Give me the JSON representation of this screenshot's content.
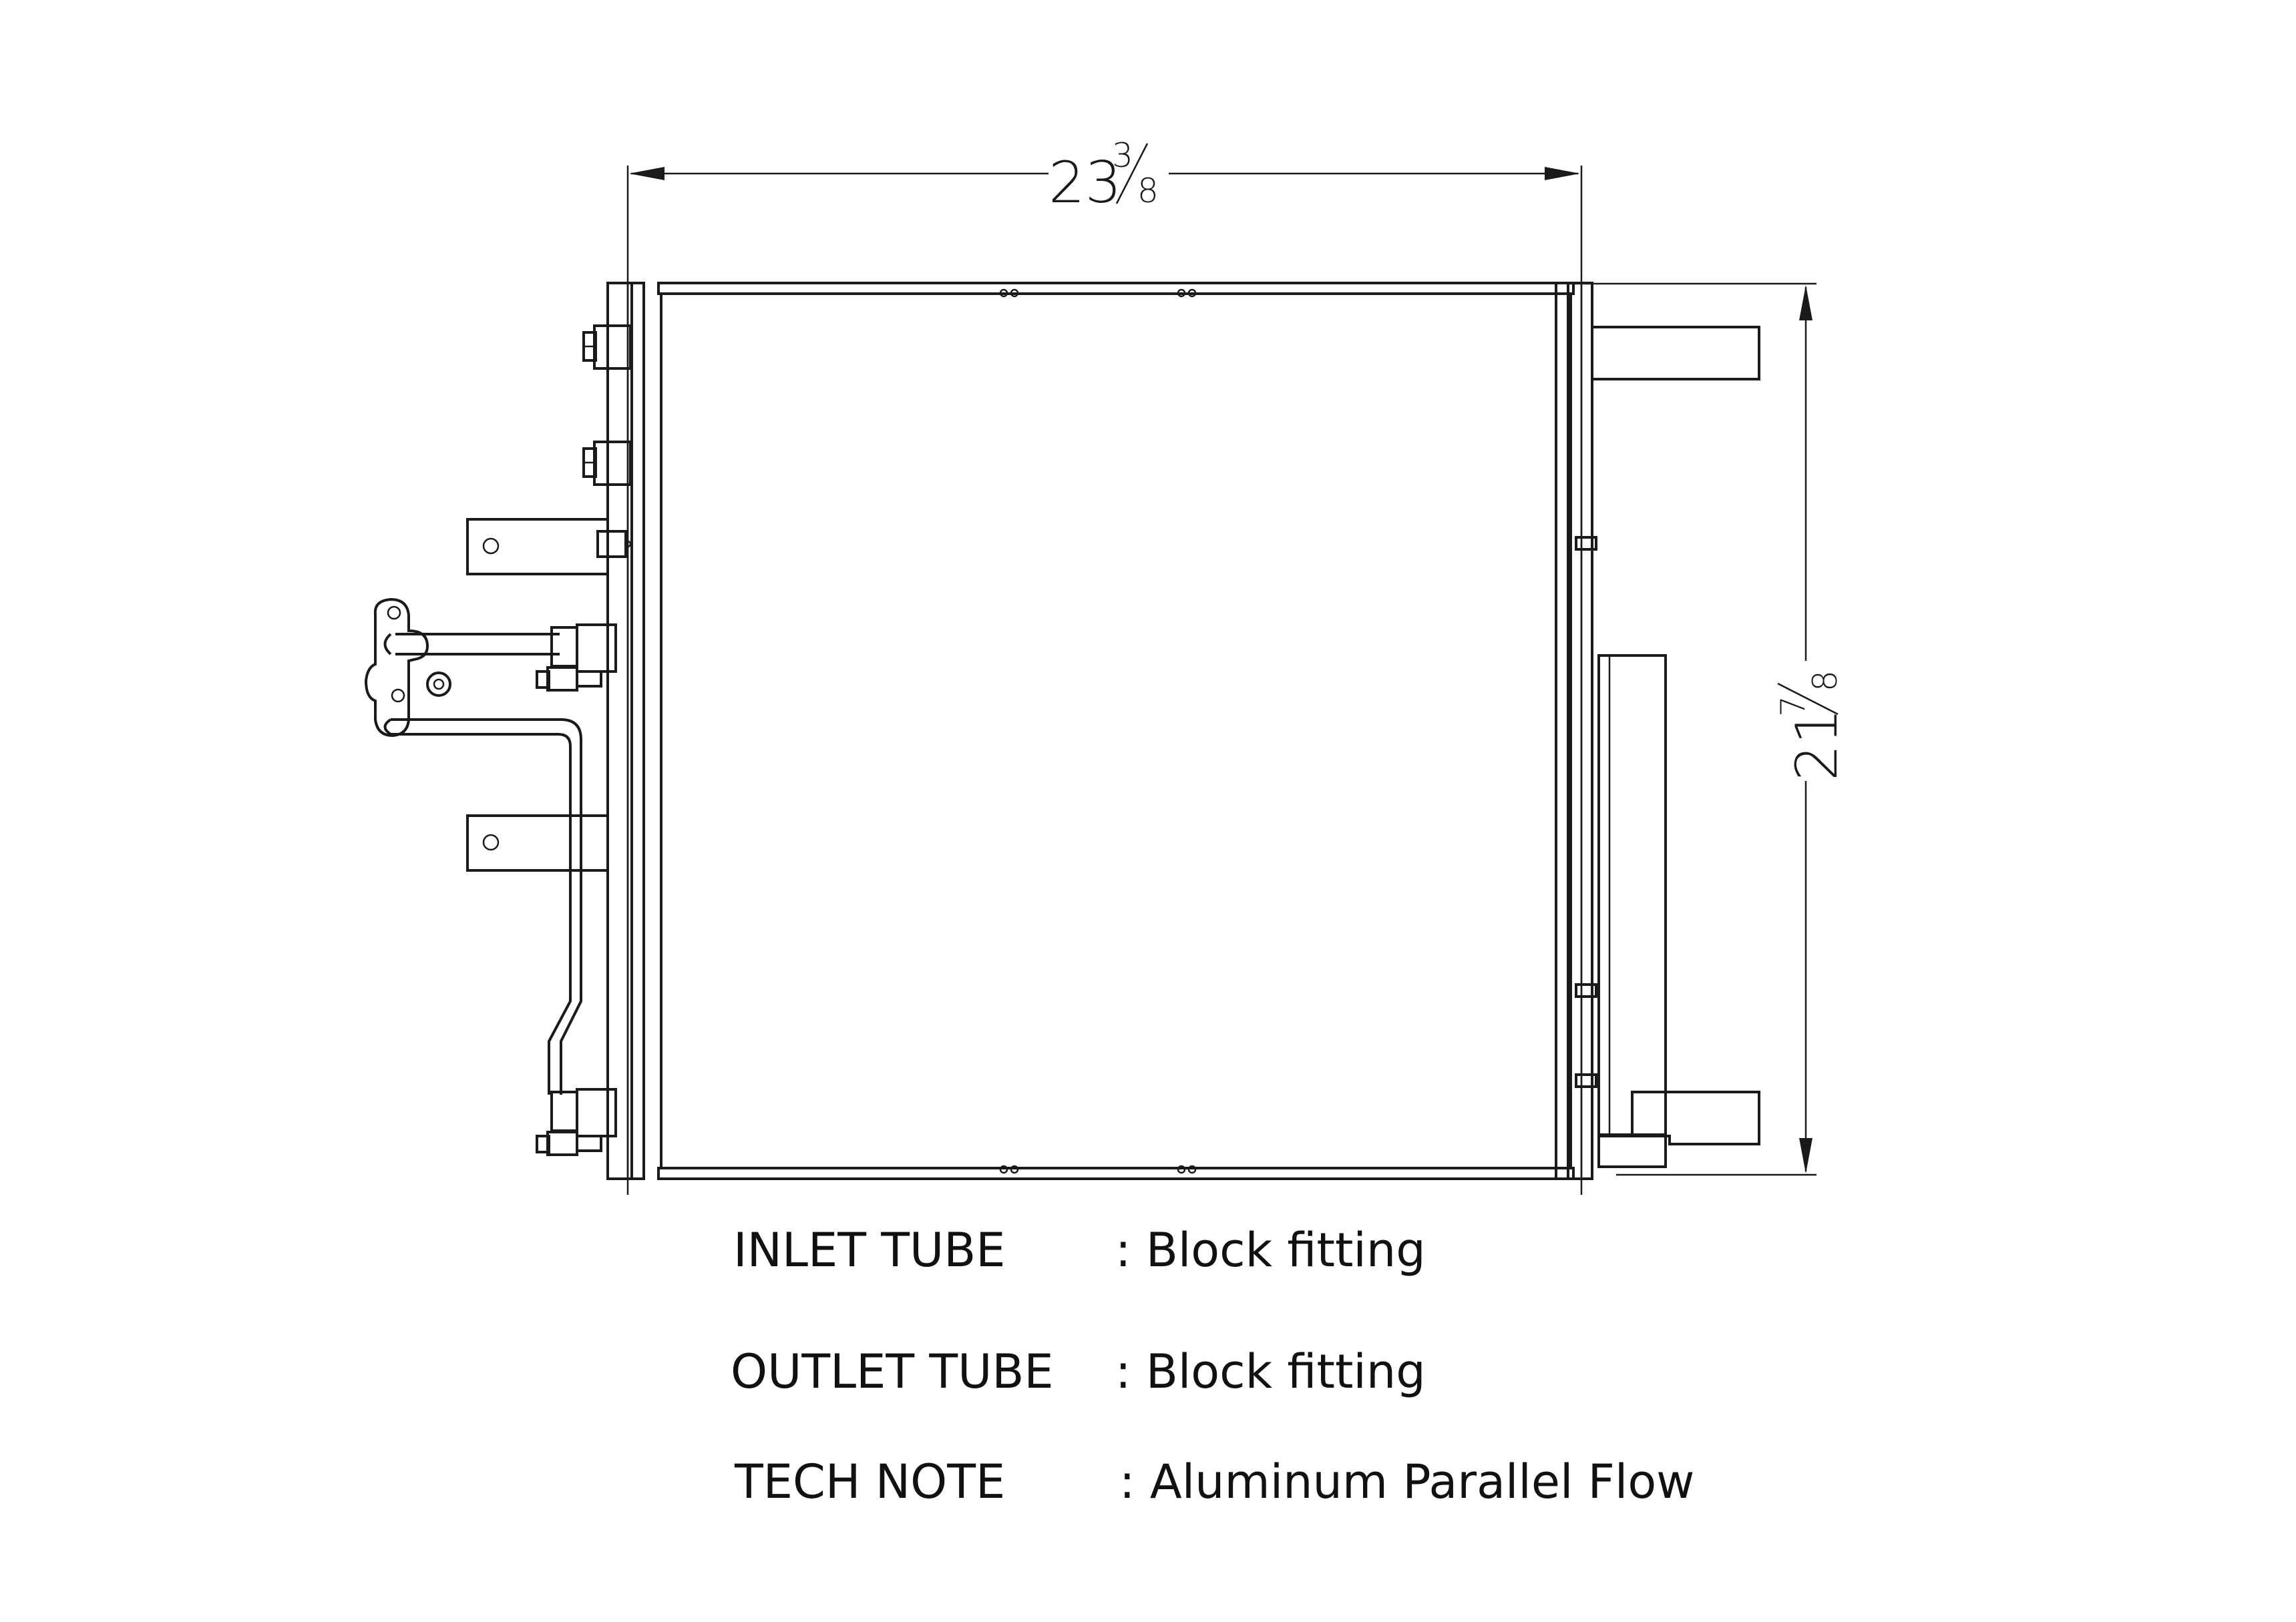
{
  "dimensions": {
    "width": {
      "whole": "23",
      "numerator": "3",
      "denominator": "8"
    },
    "height": {
      "whole": "21",
      "numerator": "7",
      "denominator": "8"
    }
  },
  "specs": [
    {
      "label": "INLET TUBE",
      "value": ": Block fitting"
    },
    {
      "label": "OUTLET TUBE",
      "value": ": Block fitting"
    },
    {
      "label": "TECH NOTE",
      "value": ": Aluminum Parallel Flow"
    }
  ],
  "colors": {
    "line": "#1a1a1a",
    "text": "#111111",
    "background": "#ffffff"
  }
}
